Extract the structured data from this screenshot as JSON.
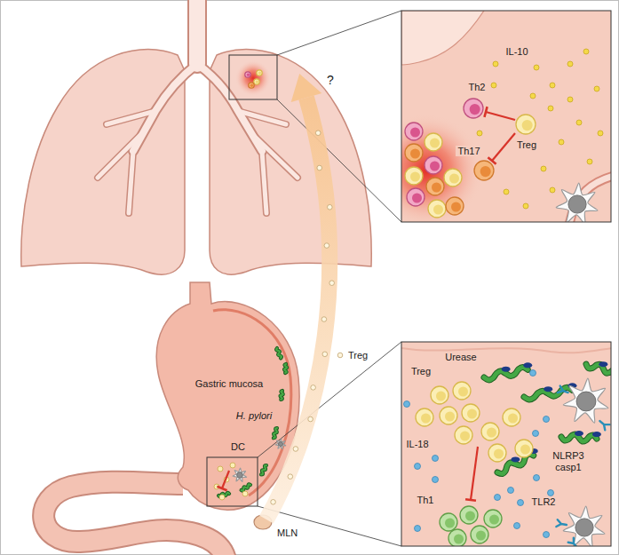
{
  "diagram": {
    "labels": [
      "Th2",
      "IL-10",
      "Treg",
      "Th17",
      "?",
      "Gastric mucosa",
      "H. pylori",
      "DC",
      "Treg",
      "MLN",
      "Urease",
      "Treg",
      "IL-18",
      "NLRP3 casp1",
      "TLR2",
      "Th1"
    ]
  }
}
